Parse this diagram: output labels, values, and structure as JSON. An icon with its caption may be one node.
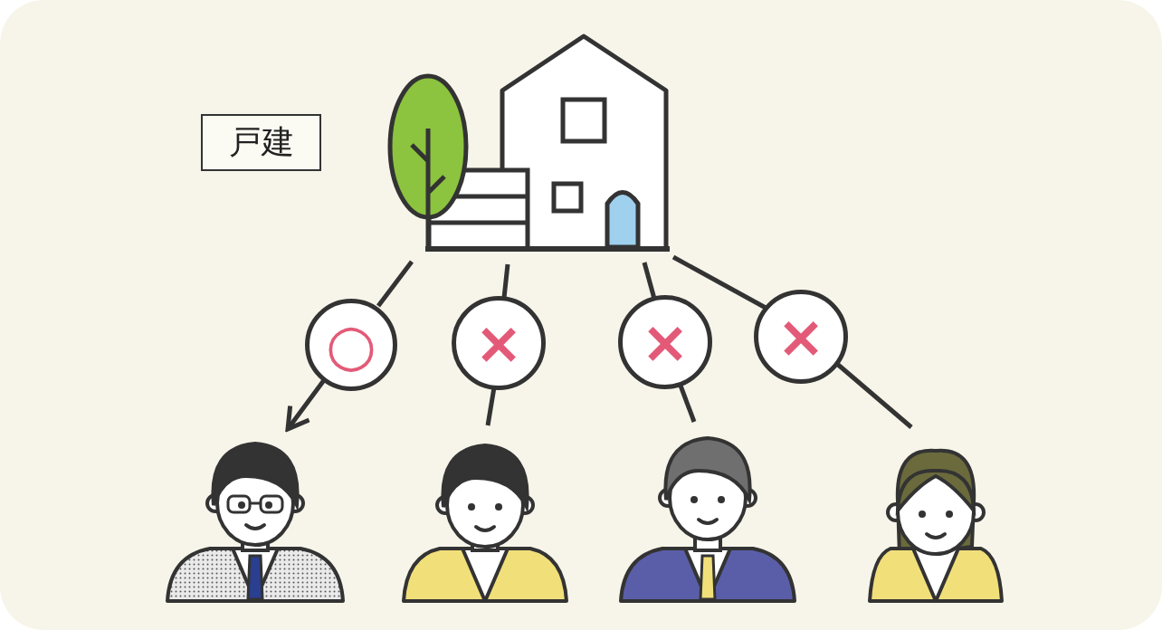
{
  "diagram": {
    "nodes": [
      {
        "text": [
          "戸建"
        ]
      },
      {
        "text": [],
        "shape": "picture"
      },
      {
        "text": [
          "○"
        ]
      },
      {
        "text": [
          "×"
        ]
      },
      {
        "text": [
          "×"
        ]
      },
      {
        "text": [
          "×"
        ]
      },
      {
        "text": [],
        "shape": "person"
      },
      {
        "text": [],
        "shape": "person"
      },
      {
        "text": [],
        "shape": "person"
      },
      {
        "text": [],
        "shape": "person"
      }
    ],
    "edges": [
      {
        "from": 1,
        "to": 2,
        "arrow": "none"
      },
      {
        "from": 2,
        "to": 6,
        "arrow": "to"
      },
      {
        "from": 1,
        "to": 3,
        "arrow": "none"
      },
      {
        "from": 3,
        "to": 7,
        "arrow": "none"
      },
      {
        "from": 1,
        "to": 4,
        "arrow": "none"
      },
      {
        "from": 4,
        "to": 8,
        "arrow": "none"
      },
      {
        "from": 1,
        "to": 5,
        "arrow": "none"
      },
      {
        "from": 5,
        "to": 9,
        "arrow": "none"
      }
    ]
  }
}
